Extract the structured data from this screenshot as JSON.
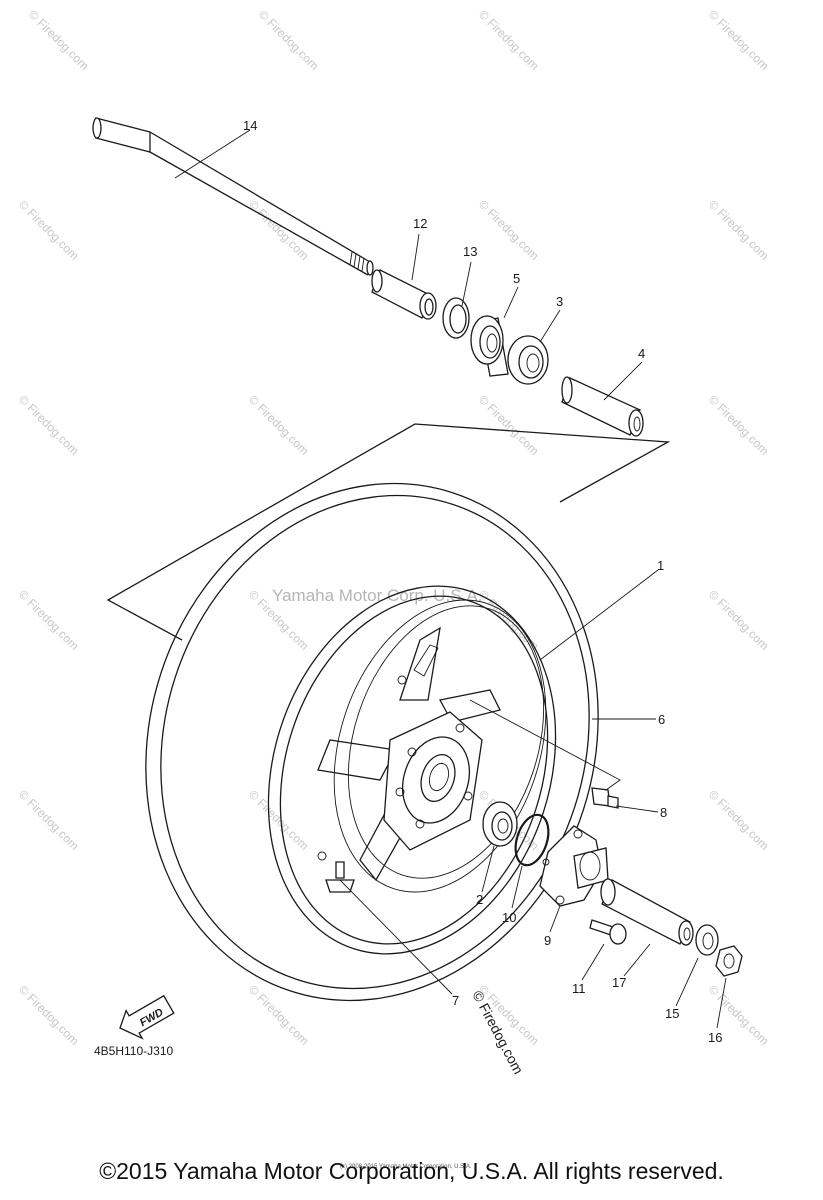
{
  "diagram": {
    "parts": {
      "p1": "1",
      "p2": "2",
      "p3": "3",
      "p4": "4",
      "p5": "5",
      "p6": "6",
      "p7": "7",
      "p8": "8",
      "p9": "9",
      "p10": "10",
      "p11": "11",
      "p12": "12",
      "p13": "13",
      "p14": "14",
      "p15": "15",
      "p16": "16",
      "p17": "17"
    },
    "watermark_center": "Yamaha Motor Corp. U.S.A.",
    "watermark_tile": "© Firedog.com",
    "firedog_diagonal": "© Firedog.com",
    "fwd_label": "FWD",
    "diagram_code": "4B5H110-J310",
    "tiny_copyright": "(c) 2008-2015 Yamaha Motor Corporation, U.S.A."
  },
  "footer": {
    "copyright": "©2015 Yamaha Motor Corporation, U.S.A. All rights reserved."
  }
}
